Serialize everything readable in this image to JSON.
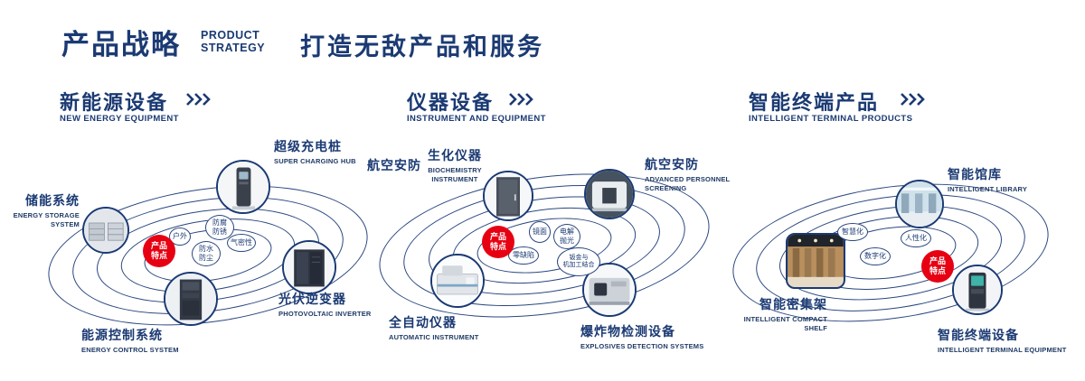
{
  "header": {
    "title_cn": "产品战略",
    "title_en": "PRODUCT\nSTRATEGY",
    "slogan": "打造无敌产品和服务"
  },
  "colors": {
    "navy": "#1b3a73",
    "red": "#e60012"
  },
  "sections": [
    {
      "title_cn": "新能源设备",
      "title_en": "NEW ENERGY EQUIPMENT",
      "badge": "产品\n特点",
      "tags": [
        "户外",
        "防腐\n防锈",
        "气密性",
        "防水\n防尘"
      ],
      "products": [
        {
          "cn": "储能系统",
          "en": "ENERGY STORAGE\nSYSTEM"
        },
        {
          "cn": "超级充电桩",
          "en": "SUPER CHARGING HUB"
        },
        {
          "cn": "光伏逆变器",
          "en": "PHOTOVOLTAIC INVERTER"
        },
        {
          "cn": "能源控制系统",
          "en": "ENERGY CONTROL SYSTEM"
        }
      ]
    },
    {
      "title_cn": "仪器设备",
      "title_en": "INSTRUMENT AND EQUIPMENT",
      "badge": "产品\n特点",
      "extra_label": "航空安防",
      "tags": [
        "镜面",
        "电解\n抛光",
        "零缺陷",
        "钣金与\n机加工结合"
      ],
      "products": [
        {
          "cn": "生化仪器",
          "en": "BIOCHEMISTRY\nINSTRUMENT"
        },
        {
          "cn": "航空安防",
          "en": "ADVANCED PERSONNEL\nSCREENING"
        },
        {
          "cn": "全自动仪器",
          "en": "AUTOMATIC INSTRUMENT"
        },
        {
          "cn": "爆炸物检测设备",
          "en": "EXPLOSIVES DETECTION SYSTEMS"
        }
      ]
    },
    {
      "title_cn": "智能终端产品",
      "title_en": "INTELLIGENT TERMINAL PRODUCTS",
      "badge": "产品\n特点",
      "tags": [
        "智慧化",
        "人性化",
        "数字化"
      ],
      "products": [
        {
          "cn": "智能馆库",
          "en": "INTELLIGENT LIBRARY"
        },
        {
          "cn": "智能密集架",
          "en": "INTELLIGENT COMPACT\nSHELF"
        },
        {
          "cn": "智能终端设备",
          "en": "INTELLIGENT TERMINAL EQUIPMENT"
        }
      ]
    }
  ]
}
